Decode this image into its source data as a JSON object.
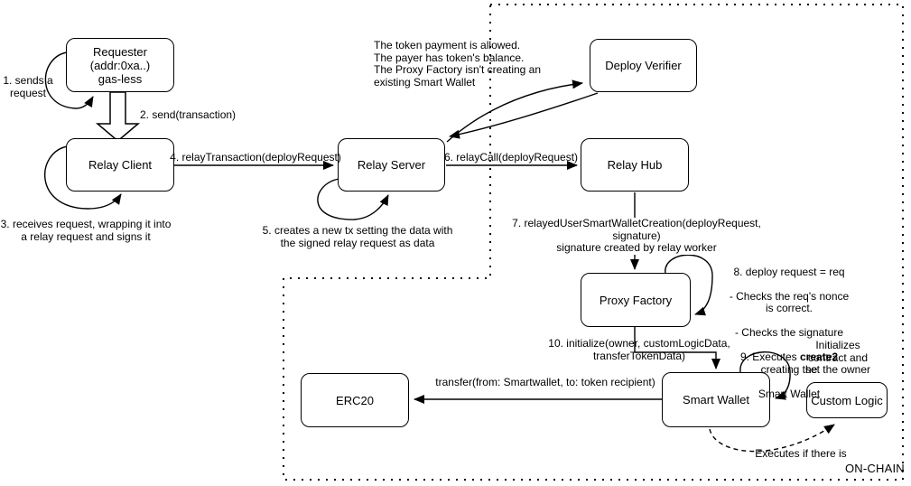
{
  "diagram": {
    "region_label": "ON-CHAIN",
    "nodes": {
      "requester": "Requester\n(addr:0xa..)\ngas-less",
      "relay_client": "Relay Client",
      "relay_server": "Relay Server",
      "deploy_verifier": "Deploy Verifier",
      "relay_hub": "Relay Hub",
      "proxy_factory": "Proxy Factory",
      "smart_wallet": "Smart Wallet",
      "custom_logic": "Custom Logic",
      "erc20": "ERC20"
    },
    "steps": {
      "s1": "1. sends a\nrequest",
      "s2": "2. send(transaction)",
      "s3": "3. receives request, wrapping it into\na relay request and signs it",
      "s4": "4. relayTransaction(deployRequest)",
      "s5": "5. creates a new tx setting the data with\nthe signed relay request as data",
      "s6": "6. relayCall(deployRequest)",
      "s7": "7. relayedUserSmartWalletCreation(deployRequest, signature)\nsignature created by relay worker",
      "s8_line1": "8. deploy request = req",
      "s8_line2": "- Checks the req's nonce is correct.",
      "s8_line3": "- Checks the signature",
      "s9_pre": "9. Executes ",
      "s9_bold": "create2",
      "s9_post": " creating the",
      "s9_line2": "Smart Wallet",
      "s10": "10. initialize(owner, customLogicData, transferTokenData)"
    },
    "notes": {
      "verifier_checks": "The token payment is allowed.\nThe payer has token's balance.\nThe Proxy Factory isn't creating an\nexisting Smart Wallet",
      "initializes": "Initializes contract and\nset the owner",
      "executes": "Executes if there is",
      "transfer": "transfer(from: Smartwallet, to: token recipient)"
    },
    "colors": {
      "stroke": "#000000",
      "background": "#ffffff"
    }
  }
}
